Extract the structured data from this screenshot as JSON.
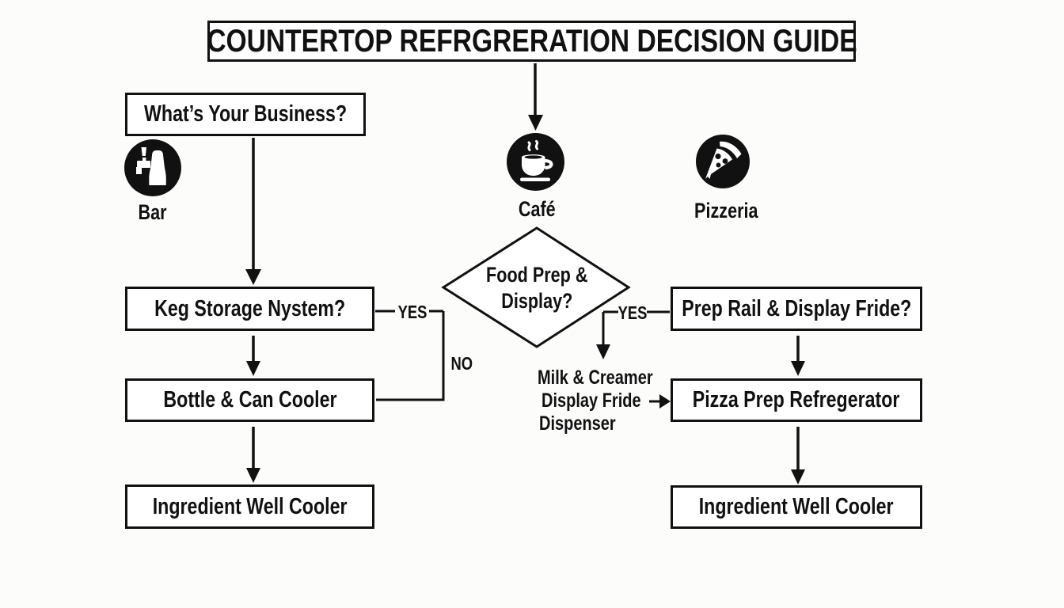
{
  "title": "COUNTERTOP REFRGRERATION DECISION GUIDE",
  "question": "What’s Your Business?",
  "business_types": [
    {
      "id": "bar",
      "label": "Bar",
      "icon": "beer-tap-icon"
    },
    {
      "id": "cafe",
      "label": "Café",
      "icon": "coffee-cup-icon"
    },
    {
      "id": "pizzeria",
      "label": "Pizzeria",
      "icon": "pizza-slice-icon"
    }
  ],
  "decision": {
    "line1": "Food Prep &",
    "line2": "Display?"
  },
  "bar_flow": {
    "question": "Keg Storage Nystem?",
    "yes": "YES",
    "no": "NO",
    "result1": "Bottle & Can Cooler",
    "result2": "Ingredient Well Cooler"
  },
  "cafe_flow": {
    "note_line1": "Milk & Creamer",
    "note_line2": "Display Fride",
    "note_line3": "Dispenser"
  },
  "pizzeria_flow": {
    "yes": "YES",
    "question": "Prep Rail & Display Fride?",
    "result1": "Pizza Prep Refregerator",
    "result2": "Ingredient Well Cooler"
  },
  "colors": {
    "ink": "#111111",
    "background": "#fcfcfb",
    "box_background": "#ffffff"
  }
}
